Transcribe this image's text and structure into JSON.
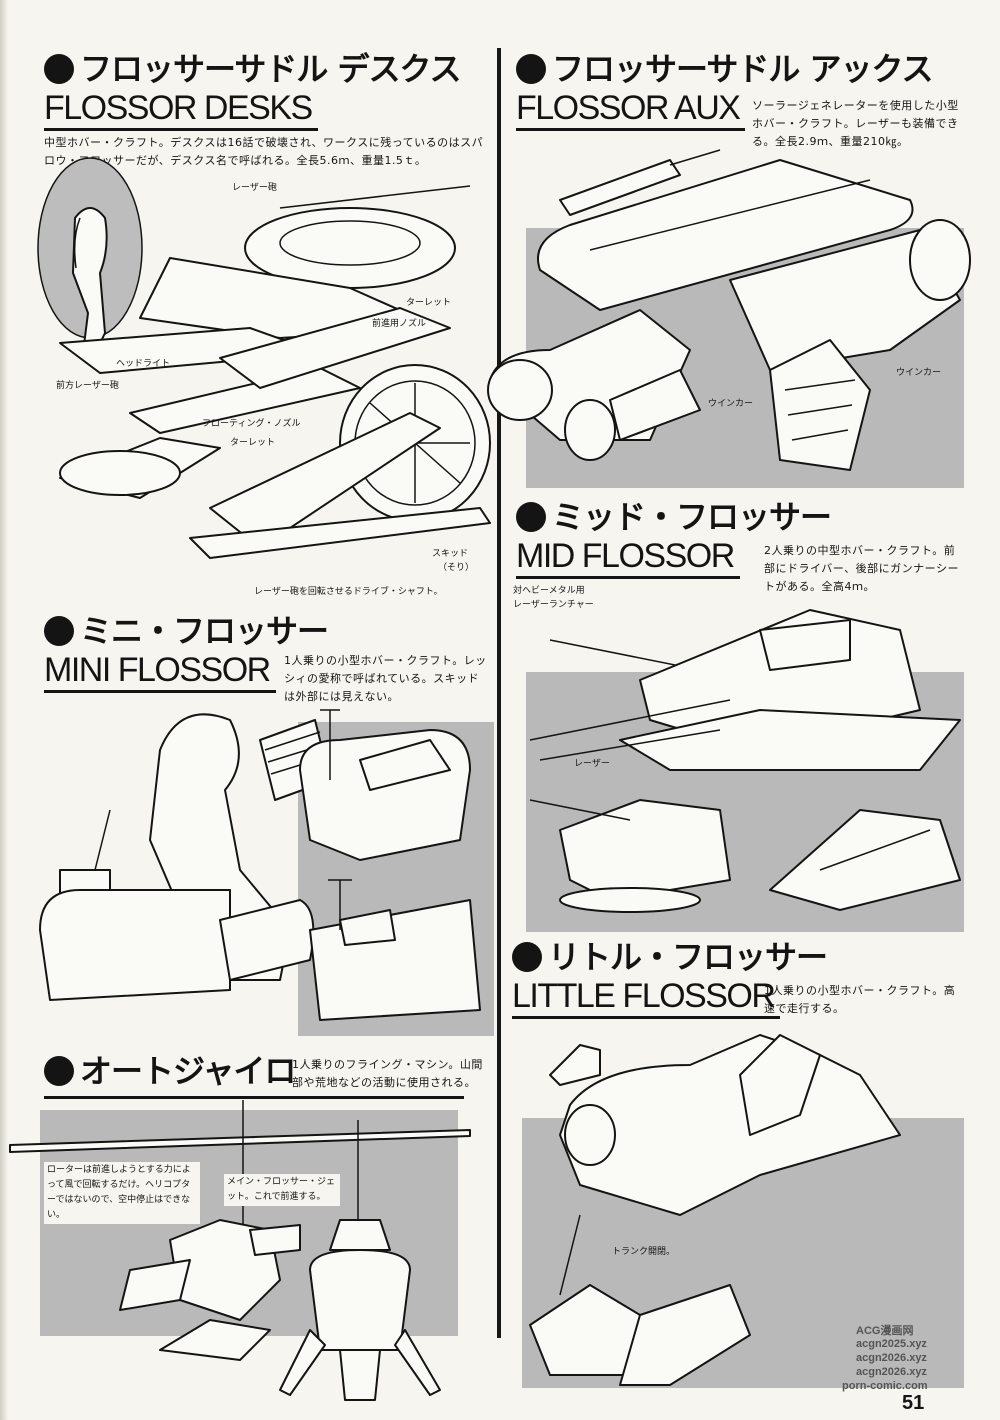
{
  "sections": {
    "desks": {
      "title_jp": "フロッサーサドル デスクス",
      "title_en": "FLOSSOR DESKS",
      "desc": "中型ホバー・クラフト。デスクスは16話で破壊され、ワークスに残っているのはスパロウ・フロッサーだが、デスクス名で呼ばれる。全長5.6ｍ、重量1.5ｔ。",
      "callouts": {
        "laser_cannon": "レーザー砲",
        "turret1": "ターレット",
        "forward_nozzle": "前進用ノズル",
        "headlight": "ヘッドライト",
        "front_laser": "前方レーザー砲",
        "floating_nozzle": "フローティング・ノズル",
        "turret2": "ターレット",
        "skid": "スキッド",
        "skid_sub": "（そり）",
        "drive_shaft": "レーザー砲を回転させるドライブ・シャフト。"
      }
    },
    "aux": {
      "title_jp": "フロッサーサドル アックス",
      "title_en": "FLOSSOR AUX",
      "desc": "ソーラージェネレーターを使用した小型ホバー・クラフト。レーザーも装備できる。全長2.9ｍ、重量210㎏。",
      "callouts": {
        "winker1": "ウインカー",
        "winker2": "ウインカー"
      }
    },
    "mid": {
      "title_jp": "ミッド・フロッサー",
      "title_en": "MID FLOSSOR",
      "desc": "2人乗りの中型ホバー・クラフト。前部にドライバー、後部にガンナーシートがある。全高4ｍ。",
      "callouts": {
        "heavy_metal": "対ヘビーメタル用",
        "laser_launcher": "レーザーランチャー",
        "laser": "レーザー"
      }
    },
    "mini": {
      "title_jp": "ミニ・フロッサー",
      "title_en": "MINI FLOSSOR",
      "desc": "1人乗りの小型ホバー・クラフト。レッシィの愛称で呼ばれている。スキッドは外部には見えない。"
    },
    "little": {
      "title_jp": "リトル・フロッサー",
      "title_en": "LITTLE FLOSSOR",
      "desc": "1人乗りの小型ホバー・クラフト。高速で走行する。",
      "callouts": {
        "trunk": "トランク開閉。"
      }
    },
    "gyro": {
      "title_jp": "オートジャイロ",
      "desc": "1人乗りのフライング・マシン。山間部や荒地などの活動に使用される。",
      "callouts": {
        "rotor": "ローターは前進しようとする力によって風で回転するだけ。ヘリコプターではないので、空中停止はできない。",
        "jet": "メイン・フロッサー・ジェット。これで前進する。"
      }
    }
  },
  "page_number": "51",
  "watermarks": [
    "ACG漫画网",
    "acgn2025.xyz",
    "acgn2026.xyz",
    "acgn2026.xyz",
    "porn-comic.com"
  ]
}
